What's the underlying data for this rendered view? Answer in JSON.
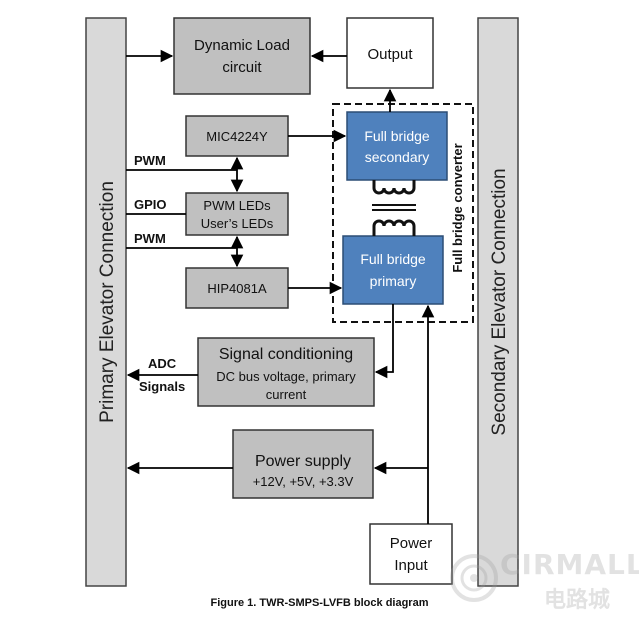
{
  "diagram": {
    "primary_bus": "Primary Elevator Connection",
    "secondary_bus": "Secondary Elevator Connection",
    "dynamic_load": {
      "line1": "Dynamic Load",
      "line2": "circuit"
    },
    "output": "Output",
    "mic": "MIC4224Y",
    "pwm_leds": {
      "line1": "PWM LEDs",
      "line2": "User’s LEDs"
    },
    "hip": "HIP4081A",
    "fb_secondary": {
      "line1": "Full bridge",
      "line2": "secondary"
    },
    "fb_primary": {
      "line1": "Full bridge",
      "line2": "primary"
    },
    "converter_label": "Full bridge converter",
    "signal_conditioning": {
      "title": "Signal conditioning",
      "line1": "DC bus voltage,  primary",
      "line2": "current"
    },
    "power_supply": {
      "title": "Power supply",
      "line1": "+12V, +5V, +3.3V"
    },
    "power_input": {
      "line1": "Power",
      "line2": "Input"
    },
    "labels": {
      "pwm_top": "PWM",
      "gpio": "GPIO",
      "pwm_bottom": "PWM",
      "adc1": "ADC",
      "adc2": "Signals"
    },
    "colors": {
      "gray_box": "#c0c0c0",
      "blue_box": "#4f81bd",
      "bus": "#d9d9d9"
    }
  },
  "caption": "Figure 1. TWR-SMPS-LVFB block diagram",
  "watermark": {
    "brand": "CIRMALL",
    "sub": "电路城",
    "icon": "cirmall-logo-icon"
  }
}
